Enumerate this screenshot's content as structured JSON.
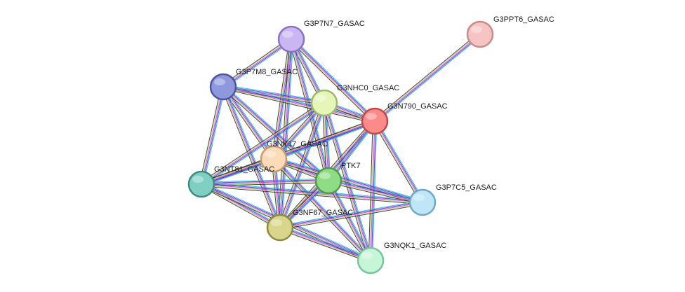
{
  "network": {
    "nodes": [
      {
        "id": "G3P7N7_GASAC",
        "label": "G3P7N7_GASAC",
        "color": "#c9b6f2",
        "border": "#8a72c2"
      },
      {
        "id": "G3PPT6_GASAC",
        "label": "G3PPT6_GASAC",
        "color": "#f6c4c4",
        "border": "#c98a8a"
      },
      {
        "id": "G3P7M8_GASAC",
        "label": "G3P7M8_GASAC",
        "color": "#8f98dc",
        "border": "#4a559e"
      },
      {
        "id": "G3NHC0_GASAC",
        "label": "G3NHC0_GASAC",
        "color": "#e6f5b8",
        "border": "#9eb86a"
      },
      {
        "id": "G3N790_GASAC",
        "label": "G3N790_GASAC",
        "color": "#fb8a8a",
        "border": "#c24848"
      },
      {
        "id": "G3NY17_GASAC",
        "label": "G3NY17_GASAC",
        "color": "#fddbb8",
        "border": "#c99c6e"
      },
      {
        "id": "G3NT81_GASAC",
        "label": "G3NT81_GASAC",
        "color": "#7fd0c2",
        "border": "#3e8a7e"
      },
      {
        "id": "PTK7",
        "label": "PTK7",
        "color": "#8fdc86",
        "border": "#4e9a46"
      },
      {
        "id": "G3P7C5_GASAC",
        "label": "G3P7C5_GASAC",
        "color": "#bfe6f7",
        "border": "#6fa8c6"
      },
      {
        "id": "G3NF67_GASAC",
        "label": "G3NF67_GASAC",
        "color": "#d9d68c",
        "border": "#8f8a3e"
      },
      {
        "id": "G3NQK1_GASAC",
        "label": "G3NQK1_GASAC",
        "color": "#c6f5d8",
        "border": "#78c49a"
      }
    ],
    "edges": [
      [
        "G3PPT6_GASAC",
        "G3N790_GASAC"
      ],
      [
        "G3P7N7_GASAC",
        "G3P7M8_GASAC"
      ],
      [
        "G3P7N7_GASAC",
        "G3NHC0_GASAC"
      ],
      [
        "G3P7N7_GASAC",
        "G3N790_GASAC"
      ],
      [
        "G3P7N7_GASAC",
        "G3NY17_GASAC"
      ],
      [
        "G3P7N7_GASAC",
        "PTK7"
      ],
      [
        "G3P7N7_GASAC",
        "G3NF67_GASAC"
      ],
      [
        "G3P7M8_GASAC",
        "G3NHC0_GASAC"
      ],
      [
        "G3P7M8_GASAC",
        "G3N790_GASAC"
      ],
      [
        "G3P7M8_GASAC",
        "G3NY17_GASAC"
      ],
      [
        "G3P7M8_GASAC",
        "G3NT81_GASAC"
      ],
      [
        "G3P7M8_GASAC",
        "PTK7"
      ],
      [
        "G3P7M8_GASAC",
        "G3NF67_GASAC"
      ],
      [
        "G3NHC0_GASAC",
        "G3N790_GASAC"
      ],
      [
        "G3NHC0_GASAC",
        "G3NY17_GASAC"
      ],
      [
        "G3NHC0_GASAC",
        "PTK7"
      ],
      [
        "G3NHC0_GASAC",
        "G3NT81_GASAC"
      ],
      [
        "G3NHC0_GASAC",
        "G3NF67_GASAC"
      ],
      [
        "G3NHC0_GASAC",
        "G3NQK1_GASAC"
      ],
      [
        "G3N790_GASAC",
        "G3NY17_GASAC"
      ],
      [
        "G3N790_GASAC",
        "PTK7"
      ],
      [
        "G3N790_GASAC",
        "G3NT81_GASAC"
      ],
      [
        "G3N790_GASAC",
        "G3P7C5_GASAC"
      ],
      [
        "G3N790_GASAC",
        "G3NF67_GASAC"
      ],
      [
        "G3N790_GASAC",
        "G3NQK1_GASAC"
      ],
      [
        "G3NY17_GASAC",
        "PTK7"
      ],
      [
        "G3NY17_GASAC",
        "G3NT81_GASAC"
      ],
      [
        "G3NY17_GASAC",
        "G3P7C5_GASAC"
      ],
      [
        "G3NY17_GASAC",
        "G3NF67_GASAC"
      ],
      [
        "G3NY17_GASAC",
        "G3NQK1_GASAC"
      ],
      [
        "G3NT81_GASAC",
        "PTK7"
      ],
      [
        "G3NT81_GASAC",
        "G3P7C5_GASAC"
      ],
      [
        "G3NT81_GASAC",
        "G3NF67_GASAC"
      ],
      [
        "G3NT81_GASAC",
        "G3NQK1_GASAC"
      ],
      [
        "PTK7",
        "G3P7C5_GASAC"
      ],
      [
        "PTK7",
        "G3NF67_GASAC"
      ],
      [
        "PTK7",
        "G3NQK1_GASAC"
      ],
      [
        "G3NF67_GASAC",
        "G3P7C5_GASAC"
      ],
      [
        "G3NF67_GASAC",
        "G3NQK1_GASAC"
      ]
    ],
    "edge_colors": [
      "#2bb5c8",
      "#3a3ad6",
      "#d63ad6",
      "#b8d66a",
      "#333333"
    ]
  }
}
